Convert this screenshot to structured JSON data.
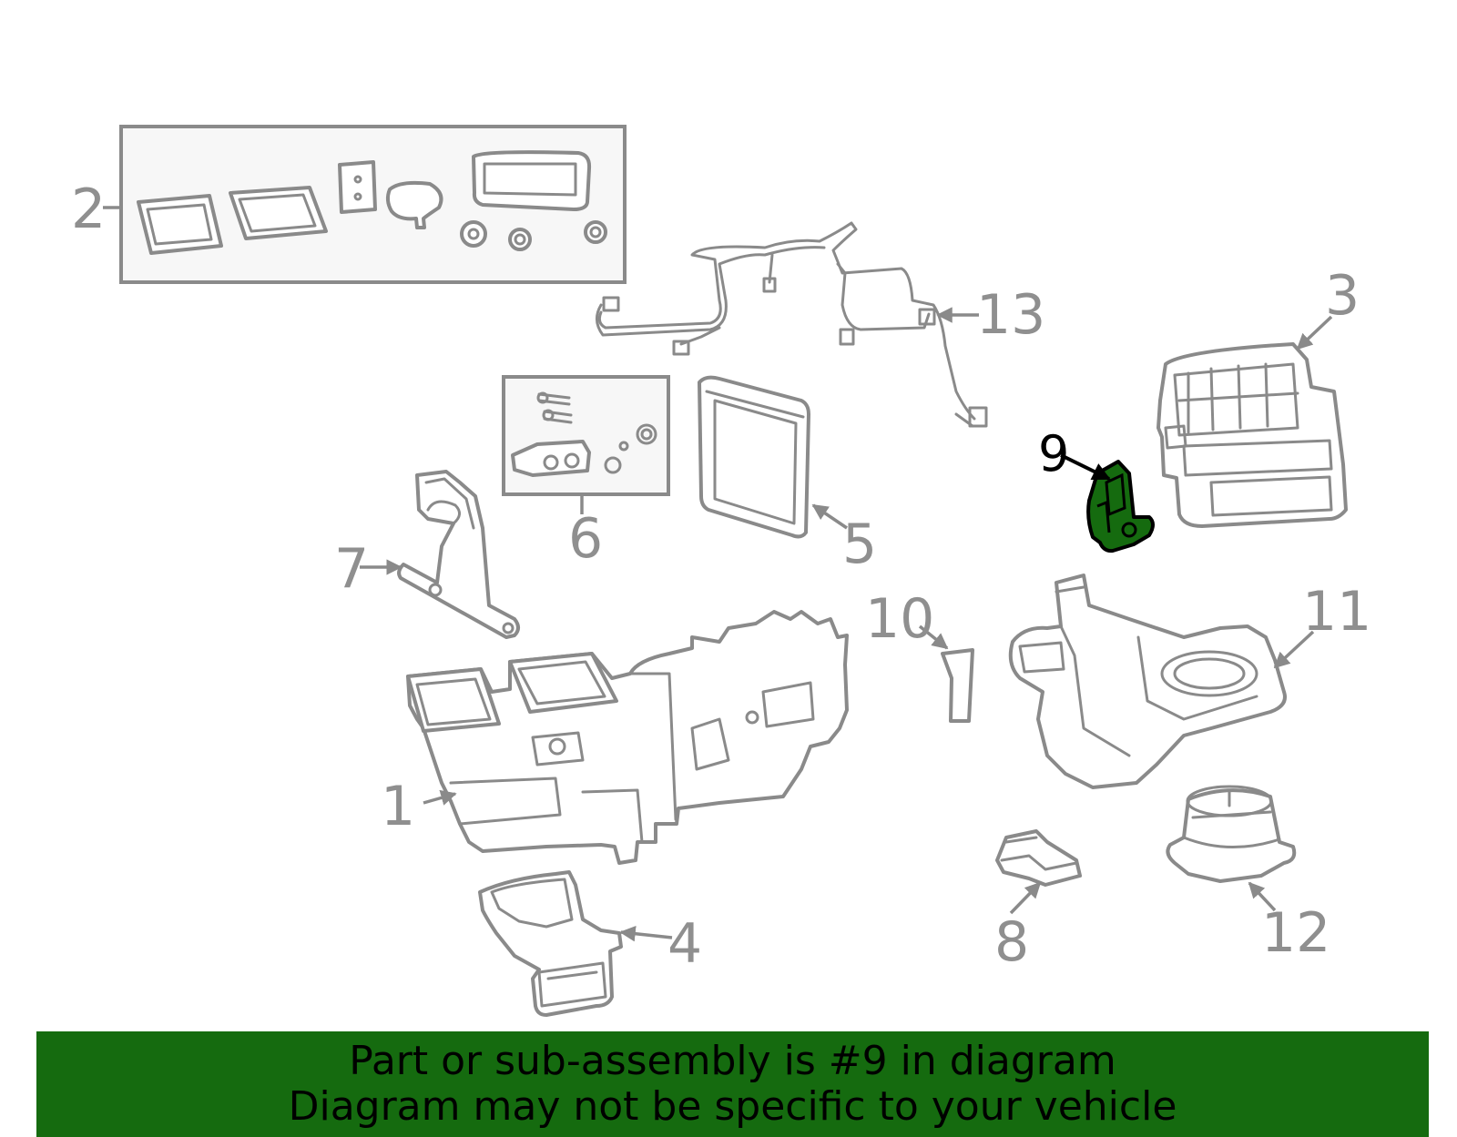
{
  "callouts": {
    "c1": "1",
    "c2": "2",
    "c3": "3",
    "c4": "4",
    "c5": "5",
    "c6": "6",
    "c7": "7",
    "c8": "8",
    "c9": "9",
    "c10": "10",
    "c11": "11",
    "c12": "12",
    "c13": "13"
  },
  "highlighted_part": "9",
  "colors": {
    "highlight": "#156b0f",
    "line_art": "#8a8a8a",
    "banner": "#156b0f"
  },
  "banner": {
    "line1": "Part or sub-assembly is #9 in diagram",
    "line2": "Diagram may not be specific to your vehicle"
  }
}
